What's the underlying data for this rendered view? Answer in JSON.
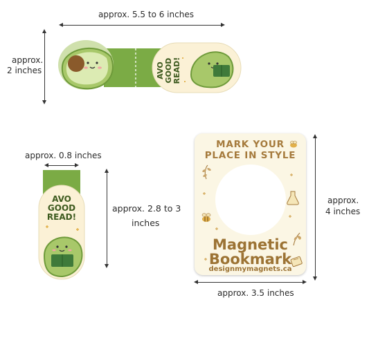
{
  "dimensions": {
    "top_width": "approx. 5.5 to 6 inches",
    "top_height_line1": "approx.",
    "top_height_line2": "2 inches",
    "folded_width": "approx. 0.8 inches",
    "folded_height_line1": "approx. 2.8 to 3",
    "folded_height_line2": "inches",
    "package_height_line1": "approx.",
    "package_height_line2": "4 inches",
    "package_width": "approx. 3.5 inches"
  },
  "bookmark": {
    "line1": "AVO",
    "line2": "GOOD",
    "line3": "READ!"
  },
  "package": {
    "heading_line1": "MARK YOUR",
    "heading_line2": "PLACE IN STYLE",
    "title_line1": "Magnetic",
    "title_line2": "Bookmark",
    "website": "designmymagnets.ca"
  },
  "colors": {
    "avocado_green": "#a8c86a",
    "avocado_dark": "#6e9a3a",
    "strip_green": "#7bab45",
    "pit_brown": "#8a5a2b",
    "cream": "#fbf1d6",
    "package_text": "#9c7334"
  },
  "icons": [
    "leaf-icon",
    "bee-icon",
    "flask-icon",
    "sparkle-icon",
    "book-icon"
  ]
}
